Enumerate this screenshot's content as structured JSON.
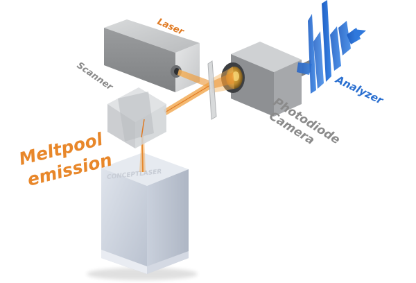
{
  "labels": {
    "laser": "Laser",
    "scanner": "Scanner",
    "meltpool_line1": "Meltpool",
    "meltpool_line2": "emission",
    "photodiode_line1": "Photodiode",
    "photodiode_line2": "Camera",
    "analyzer": "Analyzer",
    "machine_brand": "CONCEPTLASER"
  },
  "colors": {
    "laser_label": "#e07a22",
    "meltpool_label": "#e8872a",
    "analyzer_label": "#2a6fd0",
    "gray_label": "#8a8a8a",
    "beam": "#f0a040",
    "box_gray": "#a9abad",
    "machine_body": "#cfd6e2"
  }
}
